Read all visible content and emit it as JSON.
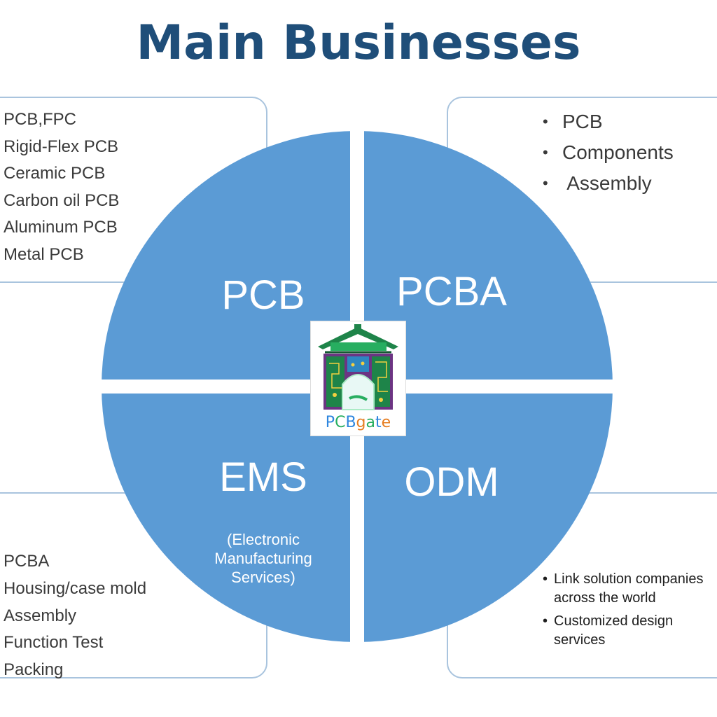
{
  "title": "Main Businesses",
  "quadrants": {
    "pcb": {
      "label": "PCB"
    },
    "pcba": {
      "label": "PCBA"
    },
    "ems": {
      "label": "EMS",
      "sub1": "(Electronic",
      "sub2": "Manufacturing",
      "sub3": "Services)"
    },
    "odm": {
      "label": "ODM"
    }
  },
  "boxes": {
    "pcb_items": [
      "PCB,FPC",
      "Rigid-Flex PCB",
      "Ceramic PCB",
      "Carbon oil PCB",
      "Aluminum PCB",
      "Metal PCB"
    ],
    "pcba_items": [
      "PCB",
      "Components",
      " Assembly"
    ],
    "ems_items": [
      "PCBA",
      "Housing/case mold",
      "Assembly",
      "Function Test",
      "Packing"
    ],
    "odm_items": [
      "Link solution companies across the world",
      "Customized design services"
    ]
  },
  "logo": {
    "text_parts": [
      "P",
      "C",
      "B",
      "g",
      "a",
      "t",
      "e"
    ],
    "text_colors": [
      "#2e86de",
      "#27ae60",
      "#2e86de",
      "#e67e22",
      "#27ae60",
      "#2e86de",
      "#e67e22"
    ],
    "icon": "pcbgate-gate-icon"
  },
  "colors": {
    "title": "#1f4e79",
    "wheel": "#5b9bd5",
    "box_border": "#a9c4de"
  }
}
